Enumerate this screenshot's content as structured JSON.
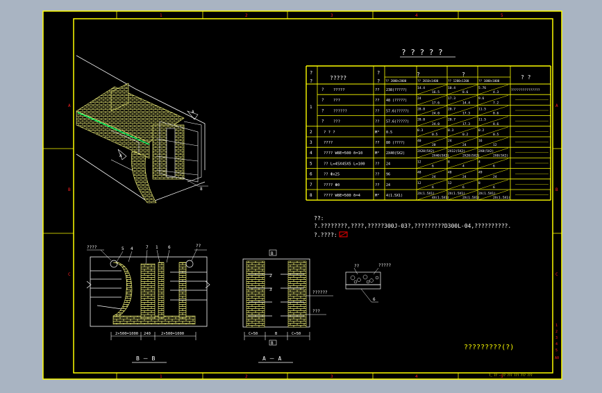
{
  "colors": {
    "background": "#a9b4c2",
    "paper": "#000000",
    "frame": "#ffff00",
    "label": "#ff2020",
    "line": "#ffffff",
    "brick": "#ffff80",
    "accent": "#00ff66",
    "stamp": "#ff0000"
  },
  "border_marks": {
    "top": [
      "1",
      "2",
      "3",
      "4",
      "5"
    ],
    "bottom": [
      "1",
      "2",
      "3",
      "4",
      "5"
    ],
    "left": [
      "A",
      "B",
      "C"
    ],
    "right": [
      "A",
      "B",
      "C"
    ]
  },
  "right_strip": [
    "1",
    "2",
    "3",
    "4",
    "5",
    "A0"
  ],
  "table": {
    "title": "? ? ? ? ?",
    "header": {
      "c1a": "?",
      "c1b": "?",
      "c2": "?????",
      "c3a": "?",
      "c3b": "?",
      "group_a": "?",
      "group_b": "?",
      "remark": "? ?",
      "sizes": [
        "?? 2000×2000",
        "?? 2010×1400",
        "?? 1200×1200",
        "?? 1000×1000"
      ]
    },
    "rows": [
      {
        "no": "1",
        "sub": "?",
        "name": "?????",
        "unit": "??",
        "qty": "238(?????)",
        "cells": [
          [
            "14.4",
            "16.5"
          ],
          [
            "10.4",
            "8.6"
          ],
          [
            "5.76",
            "4.3"
          ]
        ],
        "remark": "???????????????"
      },
      {
        "no": "",
        "sub": "?",
        "name": "???",
        "unit": "??",
        "qty": "48 (?????)",
        "cells": [
          [
            "24",
            "17.6"
          ],
          [
            "17.3",
            "14.4"
          ],
          [
            "9.6",
            "7.2"
          ]
        ],
        "remark": ""
      },
      {
        "no": "",
        "sub": "?",
        "name": "??????",
        "unit": "??",
        "qty": "57.6(?????)",
        "cells": [
          [
            "28.8",
            "24.0"
          ],
          [
            "20.7",
            "17.3"
          ],
          [
            "11.5",
            "8.6"
          ]
        ],
        "remark": ""
      },
      {
        "no": "",
        "sub": "?",
        "name": "???",
        "unit": "??",
        "qty": "57.6(?????)",
        "cells": [
          [
            "28.8",
            "24.0"
          ],
          [
            "20.7",
            "17.3"
          ],
          [
            "11.5",
            "8.6"
          ]
        ],
        "remark": ""
      },
      {
        "no": "2",
        "sub": "",
        "name": "? ? ?",
        "unit": "M³",
        "qty": "0.5",
        "cells": [
          [
            "0.3",
            "0.5"
          ],
          [
            "0.3",
            "0.2"
          ],
          [
            "0.2",
            "0.5"
          ]
        ],
        "remark": ""
      },
      {
        "no": "3",
        "sub": "",
        "name": "????",
        "unit": "??",
        "qty": "80 (????)",
        "cells": [
          [
            "40",
            "20"
          ],
          [
            "24",
            "24"
          ],
          [
            "16",
            "12"
          ]
        ],
        "remark": ""
      },
      {
        "no": "4",
        "sub": "",
        "name": "????   W8E=500 δ=10",
        "unit": "M²",
        "qty": "2X40(5X2)",
        "cells": [
          [
            "2X20(5X2)",
            "2X40(5X2)"
          ],
          [
            "2X12(5X2)",
            "2X20(5X2)"
          ],
          [
            "2X8(5X2)",
            "2X8(5X2)"
          ]
        ],
        "remark": ""
      },
      {
        "no": "5",
        "sub": "",
        "name": "?? L=45X45X5 L=100",
        "unit": "??",
        "qty": "24",
        "cells": [
          [
            "12",
            "6"
          ],
          [
            "8",
            "4"
          ],
          [
            "4",
            "6"
          ]
        ],
        "remark": ""
      },
      {
        "no": "6",
        "sub": "",
        "name": "??      Φx25",
        "unit": "??",
        "qty": "96",
        "cells": [
          [
            "48",
            "24"
          ],
          [
            "48",
            "24"
          ],
          [
            "49",
            "24"
          ]
        ],
        "remark": ""
      },
      {
        "no": "7",
        "sub": "",
        "name": "????   Φ0",
        "unit": "??",
        "qty": "24",
        "cells": [
          [
            "12",
            "6"
          ],
          [
            "12",
            "6"
          ],
          [
            "8",
            "6"
          ]
        ],
        "remark": ""
      },
      {
        "no": "8",
        "sub": "",
        "name": "????   W8E=500 δ=4",
        "unit": "M²",
        "qty": "4(1.5X1)",
        "cells": [
          [
            "2X(1.5X1)",
            "4X(1.5X1)"
          ],
          [
            "2X(1.5X1)",
            "2X(1.5X1)"
          ],
          [
            "2X(1.5X1)",
            "2X(1.5X1)"
          ]
        ],
        "remark": ""
      }
    ]
  },
  "notes": {
    "heading": "??:",
    "line1": "?.????????,????,?????300J-03?,?????????D300L-04,??????????.",
    "line2": "?.????:"
  },
  "views": {
    "iso": {
      "label_a": "A",
      "label_b": "A",
      "tag": "8"
    },
    "bb": {
      "callouts": [
        "????",
        "5",
        "4",
        "7",
        "1",
        "6",
        "??"
      ],
      "dims": [
        "2×500=1000",
        "240",
        "2×500=1000"
      ],
      "title": "B － B"
    },
    "aa": {
      "top_tag": "B",
      "callouts": [
        "2",
        "3"
      ],
      "side_label": "??????",
      "bottom_label": "???",
      "dims": [
        "C+50",
        "B",
        "C+50"
      ],
      "bottom_tag": "B",
      "title": "A － A"
    },
    "detail": {
      "label_a": "??",
      "label_b": "?????",
      "tag": "6"
    }
  },
  "drawing_title": "?????????(?)",
  "titleblock": "?_  ?? - ?? ??? ??? ??? ???"
}
